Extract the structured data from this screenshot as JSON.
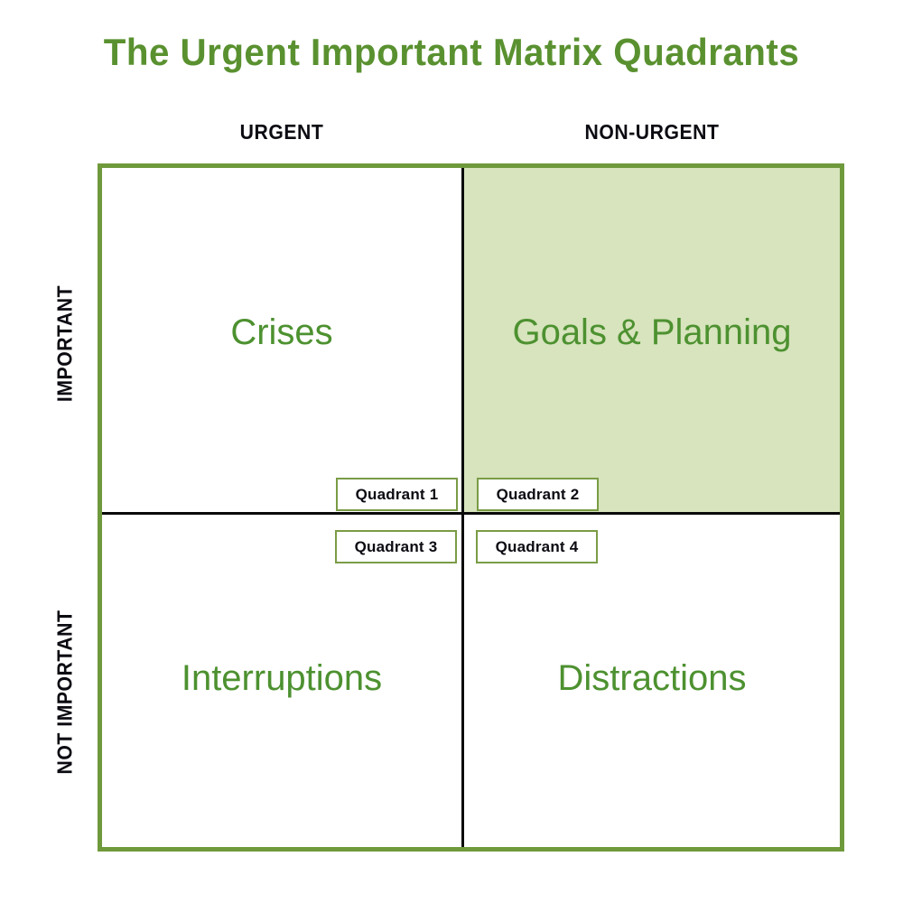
{
  "title": "The Urgent Important Matrix Quadrants",
  "axes": {
    "columns": [
      {
        "label": "URGENT"
      },
      {
        "label": "NON-URGENT"
      }
    ],
    "rows": [
      {
        "label": "IMPORTANT"
      },
      {
        "label": "NOT IMPORTANT"
      }
    ]
  },
  "colors": {
    "title_green": "#5a9130",
    "quadrant_text_green": "#4d9130",
    "frame_green": "#6f9a3c",
    "highlight_fill": "#d7e4bd",
    "box_border_green": "#7a9c46",
    "divider_black": "#0a0a0a",
    "header_black": "#0b0b12",
    "background_white": "#ffffff"
  },
  "quadrants": [
    {
      "id": "q1",
      "tag": "Quadrant 1",
      "name": "Crises",
      "urgency": "URGENT",
      "importance": "IMPORTANT",
      "highlighted": false
    },
    {
      "id": "q2",
      "tag": "Quadrant 2",
      "name": "Goals & Planning",
      "urgency": "NON-URGENT",
      "importance": "IMPORTANT",
      "highlighted": true
    },
    {
      "id": "q3",
      "tag": "Quadrant 3",
      "name": "Interruptions",
      "urgency": "URGENT",
      "importance": "NOT IMPORTANT",
      "highlighted": false
    },
    {
      "id": "q4",
      "tag": "Quadrant 4",
      "name": "Distractions",
      "urgency": "NON-URGENT",
      "importance": "NOT IMPORTANT",
      "highlighted": false
    }
  ]
}
